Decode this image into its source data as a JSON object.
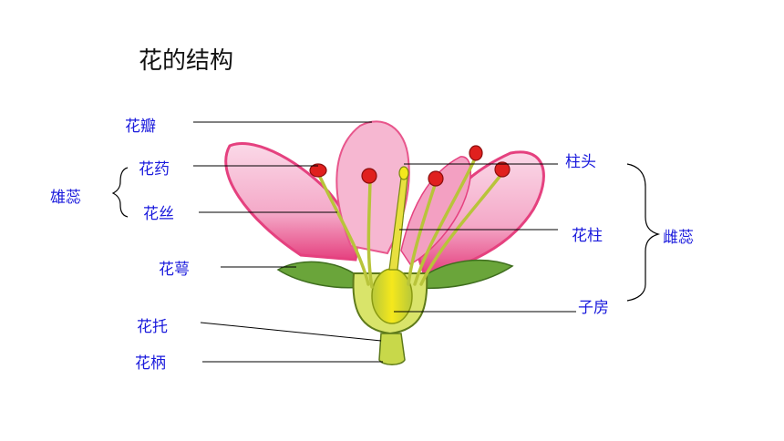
{
  "title": "花的结构",
  "labels": {
    "petal": "花瓣",
    "anther": "花药",
    "filament": "花丝",
    "stamen": "雄蕊",
    "sepal": "花萼",
    "receptacle": "花托",
    "pedicel": "花柄",
    "stigma": "柱头",
    "style": "花柱",
    "ovary": "子房",
    "pistil": "雌蕊"
  },
  "colors": {
    "label_text": "#1a1adc",
    "petal": "#f4a9c8",
    "petal_edge": "#e5417f",
    "sepal": "#6aa53a",
    "stem": "#c8d84a",
    "anther": "#e0201e",
    "ovary": "#f0e21a"
  }
}
